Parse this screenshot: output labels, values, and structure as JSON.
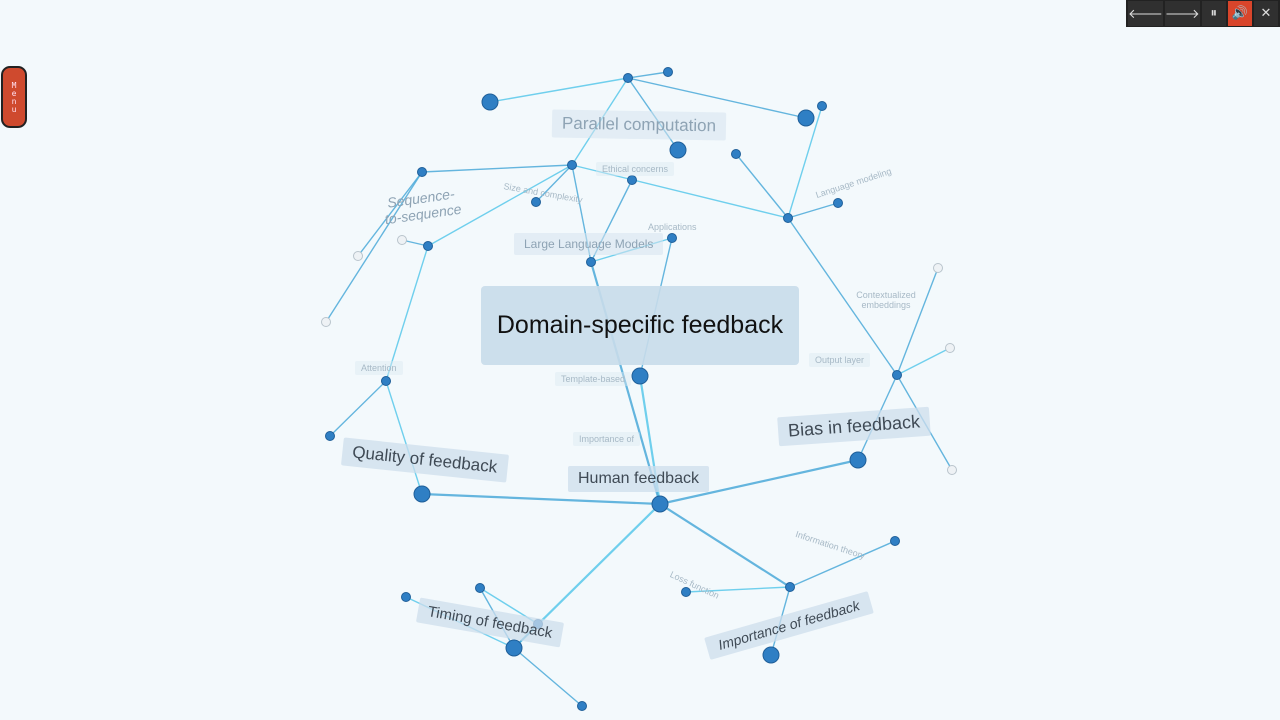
{
  "toolbar": {
    "back_icon": "arrow-left-icon",
    "forward_icon": "arrow-right-icon",
    "pause_icon": "pause-icon",
    "sound_icon": "speaker-icon",
    "close_icon": "close-icon",
    "back_glyph": "🡐",
    "forward_glyph": "🡒",
    "pause_glyph": "⏸",
    "sound_glyph": "🔊",
    "close_glyph": "✕",
    "accent": "#d9452b"
  },
  "menu": {
    "label": "Menu",
    "color": "#cf4a2e"
  },
  "focus_node": {
    "title": "Domain-specific feedback"
  },
  "labels": {
    "parallel": "Parallel computation",
    "seq2seq": "Sequence-to-sequence",
    "llm": "Large Language Models",
    "quality": "Quality of feedback",
    "human": "Human feedback",
    "bias": "Bias in feedback",
    "timing": "Timing of feedback",
    "importance": "Importance of feedback",
    "ethical": "Ethical concerns",
    "size": "Size and complexity",
    "applications": "Applications",
    "contextual": "Contextualized embeddings",
    "attention": "Attention",
    "output": "Output layer",
    "template": "Template-based",
    "importance_small": "Importance of",
    "loss": "Loss function",
    "info": "Information theory",
    "lang_model": "Language modeling"
  },
  "colors": {
    "edge": "#4aa9d8",
    "edge_light": "#57c8ea",
    "node": "#2f7fc4",
    "background": "#f3f9fc"
  }
}
